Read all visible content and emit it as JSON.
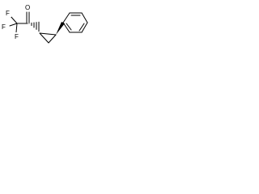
{
  "molecule": {
    "atom_labels": {
      "oxygen": "O",
      "fluorine_top": "F",
      "fluorine_left": "F",
      "fluorine_bottom": "F"
    },
    "bonds": {
      "carbonyl": "double",
      "cyclopropane_to_phenyl": "wedge",
      "cyclopropane_to_carbonyl": "hashed-wedge"
    },
    "colors": {
      "bond": "#000000",
      "label": "#000000",
      "background": "#ffffff"
    }
  }
}
